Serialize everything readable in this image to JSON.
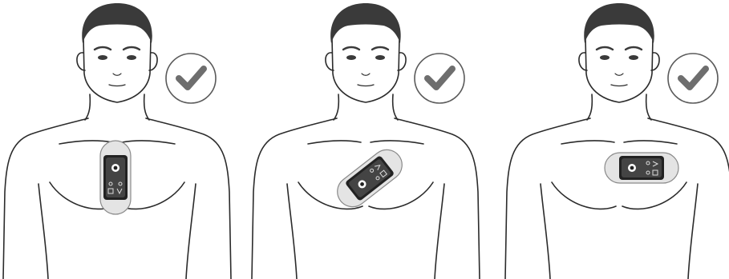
{
  "panels": [
    {
      "placement": "vertical-center",
      "status_icon": "checkmark-icon"
    },
    {
      "placement": "diagonal-center",
      "status_icon": "checkmark-icon"
    },
    {
      "placement": "horizontal-center",
      "status_icon": "checkmark-icon"
    }
  ],
  "colors": {
    "outline": "#2b2b2b",
    "hair": "#3a3a3a",
    "skin": "#ffffff",
    "check": "#6e6e6e",
    "circle": "#5a5a5a",
    "pad": "#e4e4e4",
    "pad_edge": "#8a8a8a",
    "device": "#222222",
    "device_screen": "#444444"
  }
}
